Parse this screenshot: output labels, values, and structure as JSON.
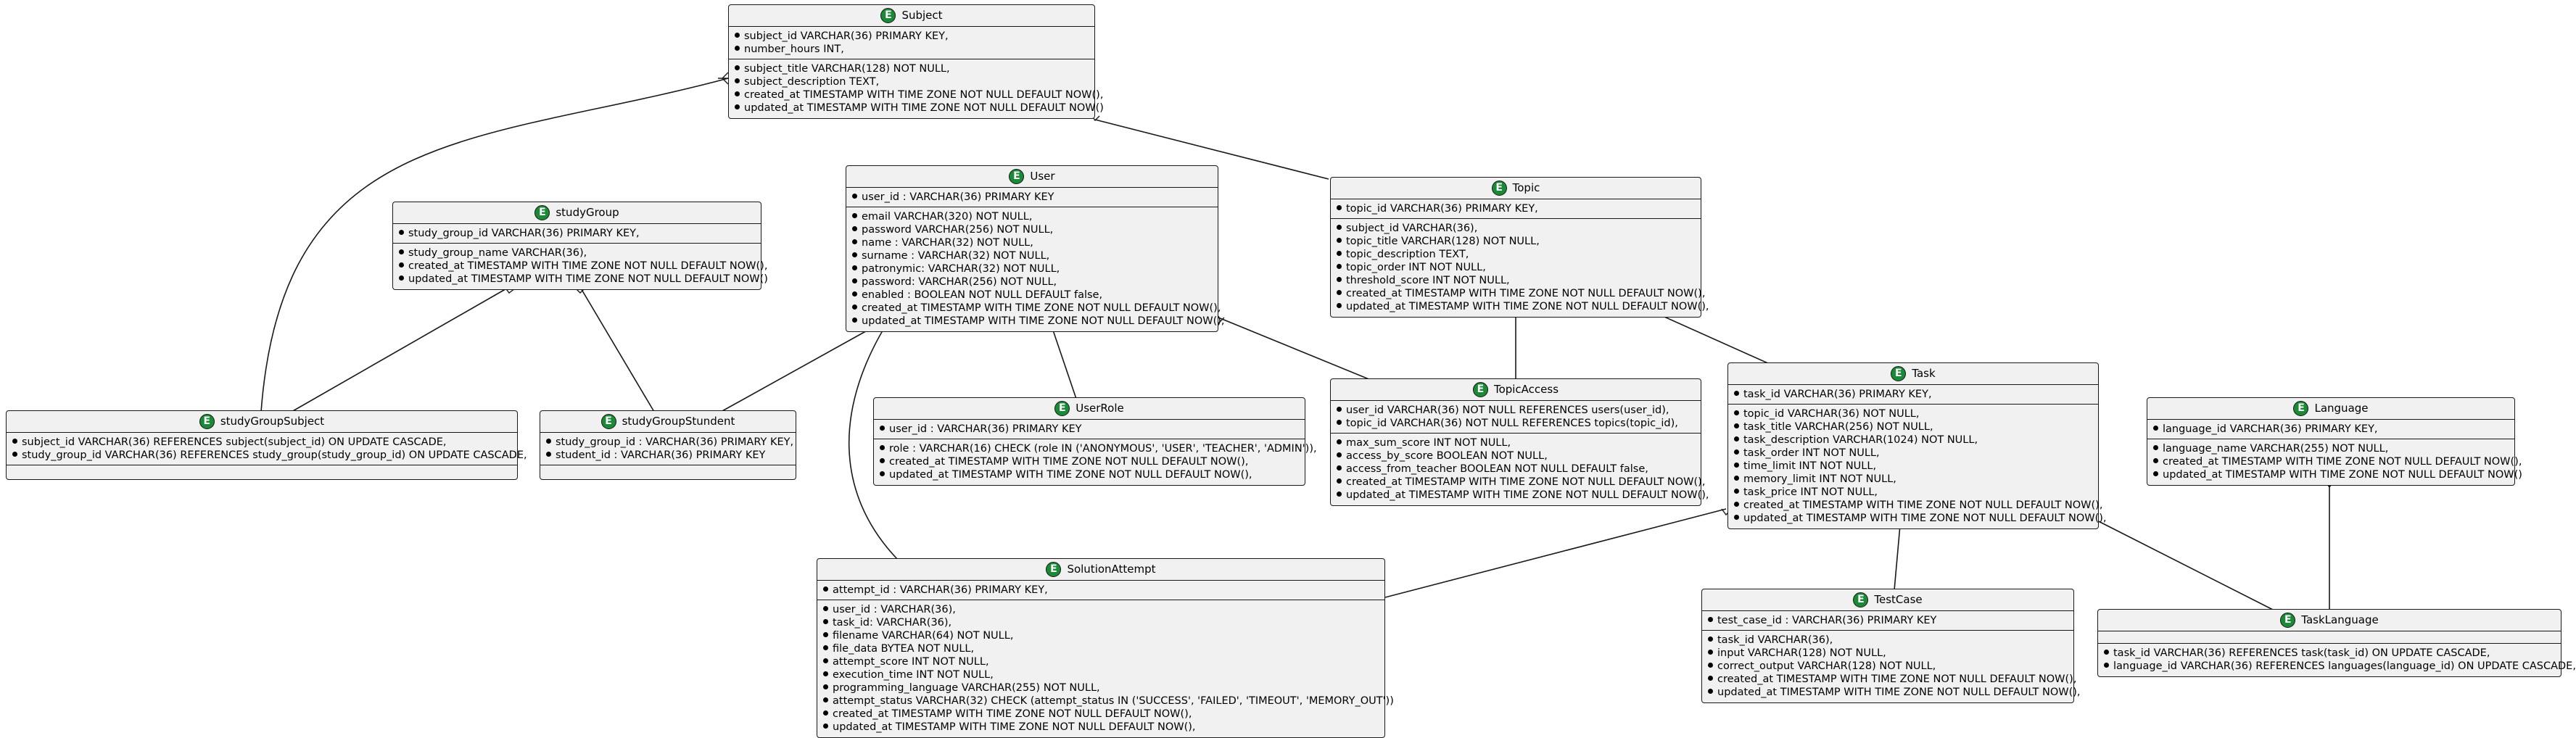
{
  "entities": {
    "subject": {
      "title": "Subject",
      "keys": [
        "subject_id VARCHAR(36) PRIMARY KEY,",
        "number_hours INT,"
      ],
      "fields": [
        "subject_title VARCHAR(128) NOT NULL,",
        "subject_description TEXT,",
        "created_at TIMESTAMP WITH TIME ZONE NOT NULL DEFAULT NOW(),",
        "updated_at TIMESTAMP WITH TIME ZONE NOT NULL DEFAULT NOW()"
      ]
    },
    "user": {
      "title": "User",
      "keys": [
        "user_id : VARCHAR(36) PRIMARY KEY"
      ],
      "fields": [
        "email VARCHAR(320) NOT NULL,",
        "password VARCHAR(256) NOT NULL,",
        "name : VARCHAR(32) NOT NULL,",
        "surname : VARCHAR(32) NOT NULL,",
        "patronymic: VARCHAR(32) NOT NULL,",
        "password: VARCHAR(256) NOT NULL,",
        "enabled : BOOLEAN NOT NULL DEFAULT false,",
        "created_at TIMESTAMP WITH TIME ZONE NOT NULL DEFAULT NOW(),",
        "updated_at TIMESTAMP WITH TIME ZONE NOT NULL DEFAULT NOW(),"
      ]
    },
    "topic": {
      "title": "Topic",
      "keys": [
        "topic_id VARCHAR(36) PRIMARY KEY,"
      ],
      "fields": [
        "subject_id VARCHAR(36),",
        "topic_title VARCHAR(128) NOT NULL,",
        "topic_description TEXT,",
        "topic_order INT NOT NULL,",
        "threshold_score INT NOT NULL,",
        "created_at TIMESTAMP WITH TIME ZONE NOT NULL DEFAULT NOW(),",
        "updated_at TIMESTAMP WITH TIME ZONE NOT NULL DEFAULT NOW(),"
      ]
    },
    "study_group": {
      "title": "studyGroup",
      "keys": [
        "study_group_id VARCHAR(36)  PRIMARY KEY,"
      ],
      "fields": [
        "study_group_name VARCHAR(36),",
        "created_at TIMESTAMP WITH TIME ZONE NOT NULL DEFAULT NOW(),",
        "updated_at TIMESTAMP WITH TIME ZONE NOT NULL DEFAULT NOW()"
      ]
    },
    "study_group_subject": {
      "title": "studyGroupSubject",
      "keys": [
        "subject_id VARCHAR(36) REFERENCES subject(subject_id) ON UPDATE CASCADE,",
        "study_group_id VARCHAR(36) REFERENCES study_group(study_group_id) ON UPDATE CASCADE,"
      ],
      "fields": []
    },
    "study_group_student": {
      "title": "studyGroupStundent",
      "keys": [
        "study_group_id : VARCHAR(36) PRIMARY KEY,",
        "student_id : VARCHAR(36) PRIMARY KEY"
      ],
      "fields": []
    },
    "user_role": {
      "title": "UserRole",
      "keys": [
        "user_id : VARCHAR(36) PRIMARY KEY"
      ],
      "fields": [
        "role : VARCHAR(16) CHECK (role IN ('ANONYMOUS', 'USER', 'TEACHER', 'ADMIN')),",
        "created_at TIMESTAMP WITH TIME ZONE NOT NULL DEFAULT NOW(),",
        "updated_at TIMESTAMP WITH TIME ZONE NOT NULL DEFAULT NOW(),"
      ]
    },
    "topic_access": {
      "title": "TopicAccess",
      "keys": [
        "user_id VARCHAR(36) NOT NULL REFERENCES users(user_id),",
        "topic_id VARCHAR(36) NOT NULL REFERENCES topics(topic_id),"
      ],
      "fields": [
        "max_sum_score INT NOT NULL,",
        "access_by_score BOOLEAN NOT NULL,",
        "access_from_teacher BOOLEAN NOT NULL DEFAULT false,",
        "created_at TIMESTAMP WITH TIME ZONE NOT NULL DEFAULT NOW(),",
        "updated_at TIMESTAMP WITH TIME ZONE NOT NULL DEFAULT NOW(),"
      ]
    },
    "task": {
      "title": "Task",
      "keys": [
        "task_id VARCHAR(36) PRIMARY KEY,"
      ],
      "fields": [
        "topic_id VARCHAR(36) NOT NULL,",
        "task_title VARCHAR(256) NOT NULL,",
        "task_description VARCHAR(1024) NOT NULL,",
        "task_order INT NOT NULL,",
        "time_limit INT NOT NULL,",
        "memory_limit INT NOT NULL,",
        "task_price INT NOT NULL,",
        "created_at TIMESTAMP WITH TIME ZONE NOT NULL DEFAULT NOW(),",
        "updated_at TIMESTAMP WITH TIME ZONE NOT NULL DEFAULT NOW(),"
      ]
    },
    "language": {
      "title": "Language",
      "keys": [
        "language_id VARCHAR(36) PRIMARY KEY,"
      ],
      "fields": [
        "language_name VARCHAR(255) NOT NULL,",
        "created_at TIMESTAMP WITH TIME ZONE NOT NULL DEFAULT NOW(),",
        "updated_at TIMESTAMP WITH TIME ZONE NOT NULL DEFAULT NOW()"
      ]
    },
    "solution_attempt": {
      "title": "SolutionAttempt",
      "keys": [
        "attempt_id : VARCHAR(36) PRIMARY KEY,"
      ],
      "fields": [
        "user_id : VARCHAR(36),",
        "task_id: VARCHAR(36),",
        "filename VARCHAR(64) NOT NULL,",
        "file_data BYTEA NOT NULL,",
        "attempt_score INT NOT NULL,",
        "execution_time INT NOT NULL,",
        "programming_language VARCHAR(255) NOT NULL,",
        "attempt_status VARCHAR(32) CHECK (attempt_status IN ('SUCCESS', 'FAILED', 'TIMEOUT', 'MEMORY_OUT'))",
        "created_at TIMESTAMP WITH TIME ZONE NOT NULL DEFAULT NOW(),",
        "updated_at TIMESTAMP WITH TIME ZONE NOT NULL DEFAULT NOW(),"
      ]
    },
    "test_case": {
      "title": "TestCase",
      "keys": [
        "test_case_id : VARCHAR(36) PRIMARY KEY"
      ],
      "fields": [
        "task_id VARCHAR(36),",
        "input VARCHAR(128) NOT NULL,",
        "correct_output VARCHAR(128) NOT NULL,",
        "created_at TIMESTAMP WITH TIME ZONE NOT NULL DEFAULT NOW(),",
        "updated_at TIMESTAMP WITH TIME ZONE NOT NULL DEFAULT NOW(),"
      ]
    },
    "task_language": {
      "title": "TaskLanguage",
      "keys": [],
      "fields": [
        "task_id VARCHAR(36) REFERENCES task(task_id) ON UPDATE CASCADE,",
        "language_id VARCHAR(36) REFERENCES languages(language_id) ON UPDATE CASCADE,"
      ]
    }
  },
  "entity_icon_letter": "E",
  "relation_marker": "many",
  "colors": {
    "entity_bg": "#f1f1f1",
    "border": "#181818",
    "icon": "#1a8a36",
    "edge": "#181818"
  }
}
